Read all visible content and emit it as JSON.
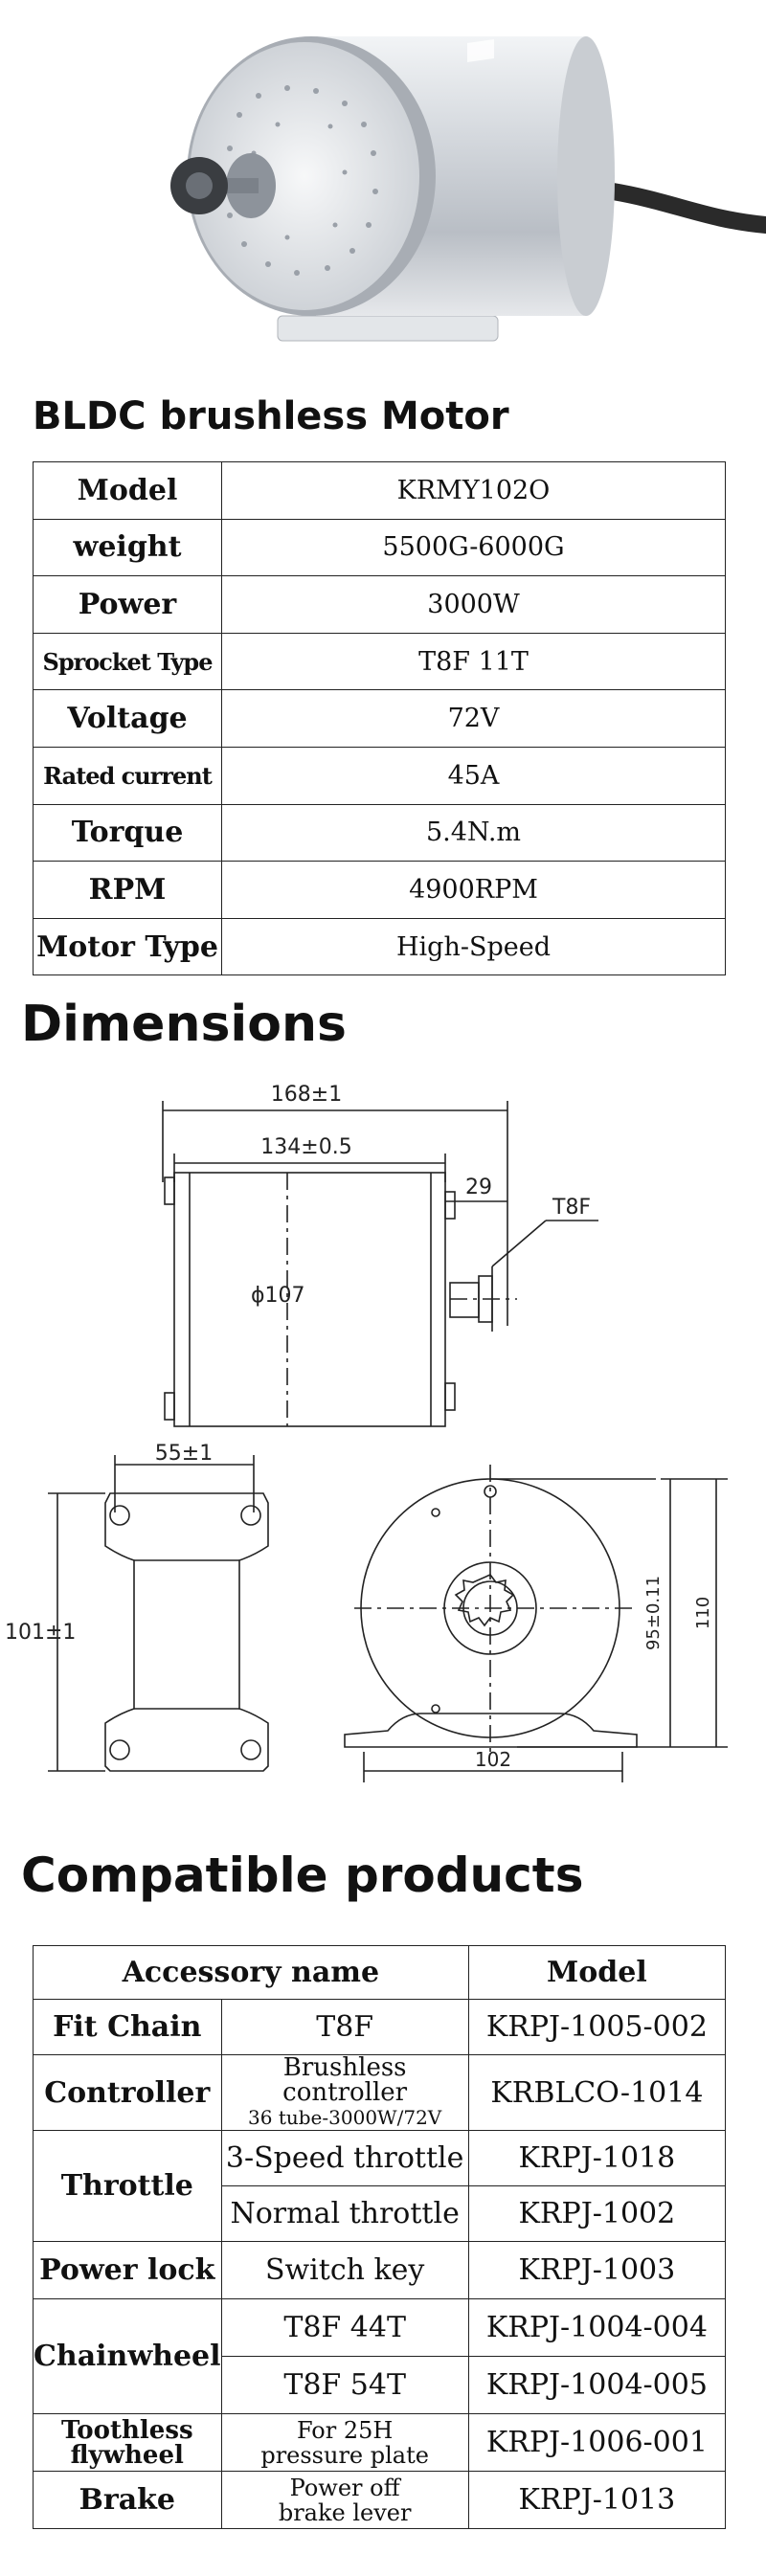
{
  "section_titles": {
    "spec": "BLDC brushless Motor",
    "dimensions": "Dimensions",
    "compatible": "Compatible products"
  },
  "specs": [
    {
      "label": "Model",
      "value": "KRMY102O"
    },
    {
      "label": "weight",
      "value": "5500G-6000G"
    },
    {
      "label": "Power",
      "value": "3000W"
    },
    {
      "label": "Sprocket Type",
      "value": "T8F 11T"
    },
    {
      "label": "Voltage",
      "value": "72V"
    },
    {
      "label": "Rated current",
      "value": "45A"
    },
    {
      "label": "Torque",
      "value": "5.4N.m"
    },
    {
      "label": "RPM",
      "value": "4900RPM"
    },
    {
      "label": "Motor Type",
      "value": "High-Speed"
    }
  ],
  "dimensions": {
    "total_length": "168±1",
    "body_length": "134±0.5",
    "shaft_length": "29",
    "sprocket": "T8F",
    "diameter": "ϕ107",
    "base_width": "55±1",
    "base_length": "101±1",
    "center_height": "95±0.11",
    "total_height": "110",
    "foot_width": "102"
  },
  "compat": {
    "headers": [
      "Accessory name",
      "Model"
    ],
    "rows": {
      "chain": {
        "name": "Fit Chain",
        "desc": "T8F",
        "model": "KRPJ-1005-002"
      },
      "controller": {
        "name": "Controller",
        "desc1": "Brushless controller",
        "desc2": "36 tube-3000W/72V",
        "model": "KRBLCO-1014"
      },
      "throttle": {
        "name": "Throttle",
        "desc_a": "3-Speed throttle",
        "model_a": "KRPJ-1018",
        "desc_b": "Normal throttle",
        "model_b": "KRPJ-1002"
      },
      "lock": {
        "name": "Power lock",
        "desc": "Switch key",
        "model": "KRPJ-1003"
      },
      "chainwheel": {
        "name": "Chainwheel",
        "desc_a": "T8F 44T",
        "model_a": "KRPJ-1004-004",
        "desc_b": "T8F 54T",
        "model_b": "KRPJ-1004-005"
      },
      "flywheel": {
        "name1": "Toothless",
        "name2": "flywheel",
        "desc1": "For 25H",
        "desc2": "pressure plate",
        "model": "KRPJ-1006-001"
      },
      "brake": {
        "name": "Brake",
        "desc1": "Power off",
        "desc2": "brake lever",
        "model": "KRPJ-1013"
      }
    }
  },
  "colors": {
    "motor_body": "#d9dde2",
    "motor_shadow": "#9aa0a8",
    "cable": "#2a2a2a",
    "line": "#222222"
  }
}
